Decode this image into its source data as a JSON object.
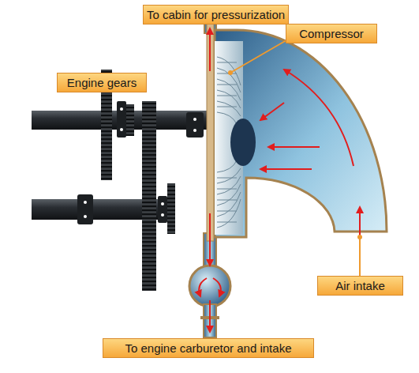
{
  "diagram": {
    "nodes": [
      {
        "text": [
          "To cabin for pressurization"
        ]
      },
      {
        "text": [
          "Compressor"
        ]
      },
      {
        "text": [
          "Engine gears"
        ]
      },
      {
        "text": [
          "Air intake"
        ]
      },
      {
        "text": [
          "To engine carburetor and intake"
        ]
      }
    ]
  }
}
